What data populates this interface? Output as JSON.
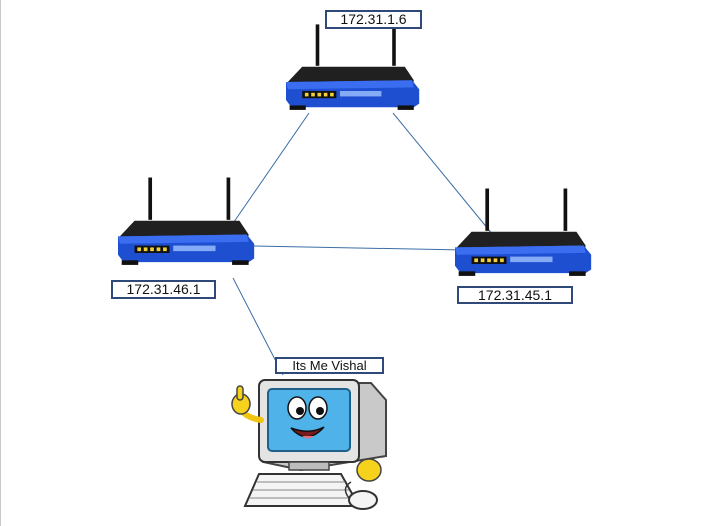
{
  "diagram": {
    "routers": [
      {
        "id": "router-top",
        "ip": "172.31.1.6"
      },
      {
        "id": "router-left",
        "ip": "172.31.46.1"
      },
      {
        "id": "router-right",
        "ip": "172.31.45.1"
      }
    ],
    "computer": {
      "label": "Its Me Vishal"
    },
    "links": [
      [
        "router-top",
        "router-left"
      ],
      [
        "router-top",
        "router-right"
      ],
      [
        "router-left",
        "router-right"
      ],
      [
        "router-left",
        "computer"
      ]
    ],
    "colors": {
      "link": "#3b6ea5",
      "router_body": "#1f4fd1",
      "router_top": "#222222",
      "label_border": "#2f4a78",
      "monitor": "#cfcfcf",
      "screen": "#4fb3ea"
    }
  }
}
